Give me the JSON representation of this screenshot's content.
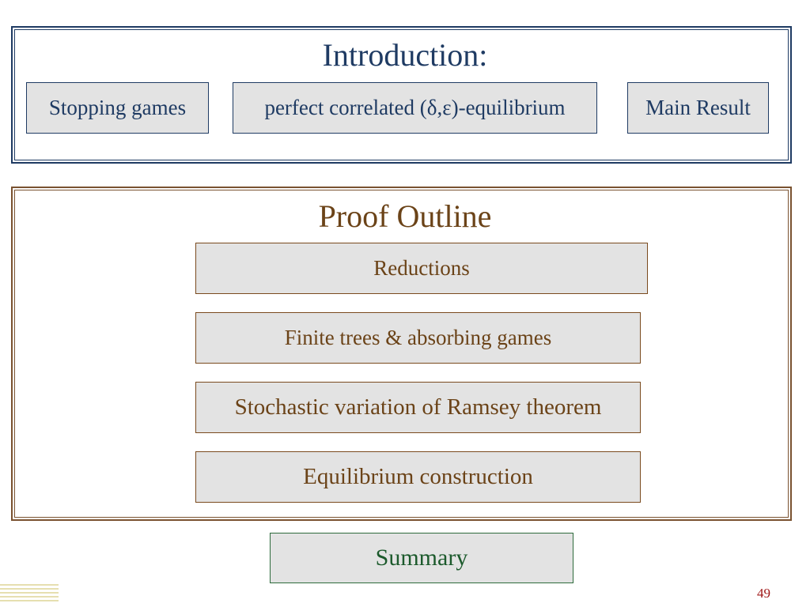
{
  "intro": {
    "title": "Introduction:",
    "items": [
      "Stopping games",
      "perfect correlated (δ,ε)-equilibrium",
      "Main Result"
    ]
  },
  "proof": {
    "title": "Proof Outline",
    "steps": [
      "Reductions",
      "Finite trees & absorbing games",
      "Stochastic variation of Ramsey theorem",
      "Equilibrium construction"
    ]
  },
  "summary": {
    "label": "Summary"
  },
  "footer": {
    "page_number": "49"
  },
  "colors": {
    "intro_accent": "#1f3b63",
    "proof_accent": "#6b4318",
    "summary_accent": "#1c5a2c",
    "box_fill": "#e3e3e3",
    "page_number": "#a01818"
  }
}
